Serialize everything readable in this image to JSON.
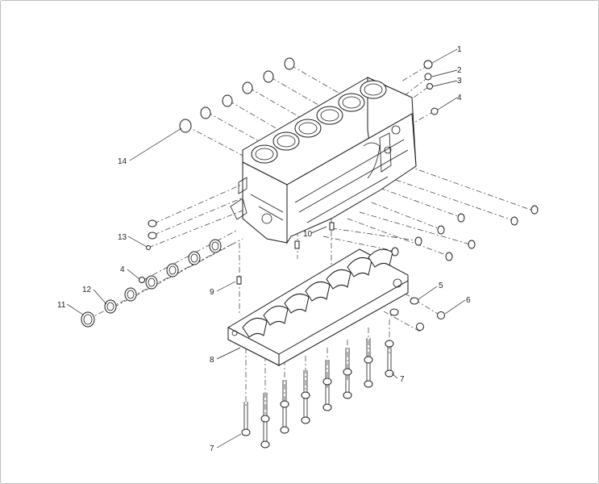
{
  "diagram": {
    "callouts": [
      {
        "id": "c1",
        "text": "1"
      },
      {
        "id": "c2",
        "text": "2"
      },
      {
        "id": "c3",
        "text": "3"
      },
      {
        "id": "c4a",
        "text": "4"
      },
      {
        "id": "c14",
        "text": "14"
      },
      {
        "id": "c13",
        "text": "13"
      },
      {
        "id": "c4b",
        "text": "4"
      },
      {
        "id": "c12",
        "text": "12"
      },
      {
        "id": "c11",
        "text": "11"
      },
      {
        "id": "c9",
        "text": "9"
      },
      {
        "id": "c10",
        "text": "10"
      },
      {
        "id": "c5",
        "text": "5"
      },
      {
        "id": "c6",
        "text": "6"
      },
      {
        "id": "c8",
        "text": "8"
      },
      {
        "id": "c7a",
        "text": "7"
      },
      {
        "id": "c7b",
        "text": "7"
      }
    ]
  }
}
